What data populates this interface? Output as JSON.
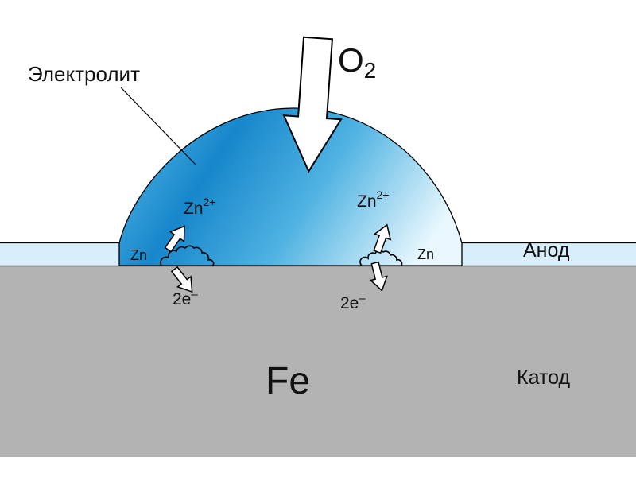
{
  "title": "Electrochemical corrosion diagram: zinc coating on iron",
  "labels": {
    "electrolyte": "Электролит",
    "o2_main": "O",
    "o2_sub": "2",
    "zn_ion_left_main": "Zn",
    "zn_ion_left_sup": "2+",
    "zn_ion_right_main": "Zn",
    "zn_ion_right_sup": "2+",
    "zn_layer_left": "Zn",
    "zn_layer_right": "Zn",
    "anode": "Анод",
    "electrons_left_main": "2e",
    "electrons_left_sup": "–",
    "electrons_right_main": "2e",
    "electrons_right_sup": "–",
    "iron": "Fe",
    "cathode": "Катод"
  },
  "colors": {
    "background": "#ffffff",
    "zinc_layer": "#d8eefa",
    "iron_substrate": "#b3b3b3",
    "droplet_dark": "#1787cb",
    "droplet_mid": "#4fb2e2",
    "droplet_light": "#e9f8fe",
    "outline": "#000000",
    "arrow_fill": "#ffffff"
  }
}
